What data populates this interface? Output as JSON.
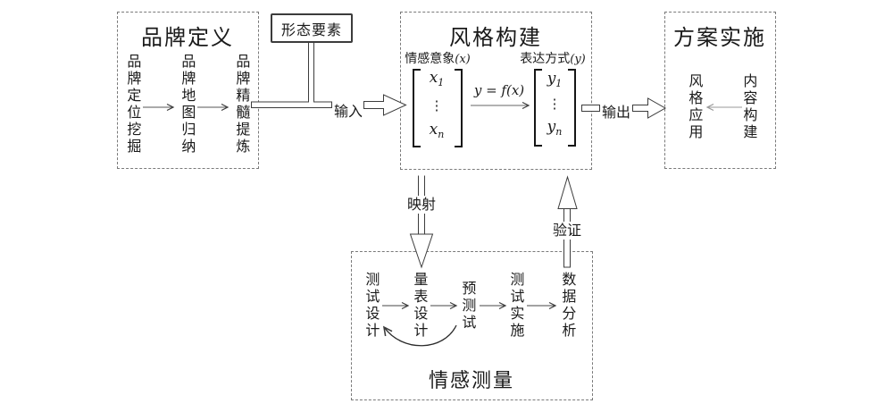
{
  "colors": {
    "ink": "#1a1a1a",
    "line_dark": "#3c3c3c",
    "line_gray": "#999999",
    "border_dashed": "#7a7a7a",
    "background": "#ffffff"
  },
  "brand_definition": {
    "title": "品牌定义",
    "steps": [
      "品牌定位挖掘",
      "品牌地图归纳",
      "品牌精髓提炼"
    ]
  },
  "form_elements": {
    "label": "形态要素"
  },
  "style_construction": {
    "title": "风格构建",
    "emotion_label": "情感意象",
    "emotion_math": "(x)",
    "expression_label": "表达方式",
    "expression_math": "(y)",
    "function_label": "y = f(x)",
    "x_vector": {
      "r1v": "x",
      "r1s": "1",
      "dots": "⋮",
      "rnv": "x",
      "rns": "n"
    },
    "y_vector": {
      "r1v": "y",
      "r1s": "1",
      "dots": "⋮",
      "rnv": "y",
      "rns": "n"
    }
  },
  "plan_implementation": {
    "title": "方案实施",
    "steps": [
      "风格应用",
      "内容构建"
    ]
  },
  "emotion_measurement": {
    "title": "情感测量",
    "steps": [
      "测试设计",
      "量表设计",
      "预测试",
      "测试实施",
      "数据分析"
    ]
  },
  "connectors": {
    "input": "输入",
    "output": "输出",
    "mapping": "映射",
    "verification": "验证"
  }
}
